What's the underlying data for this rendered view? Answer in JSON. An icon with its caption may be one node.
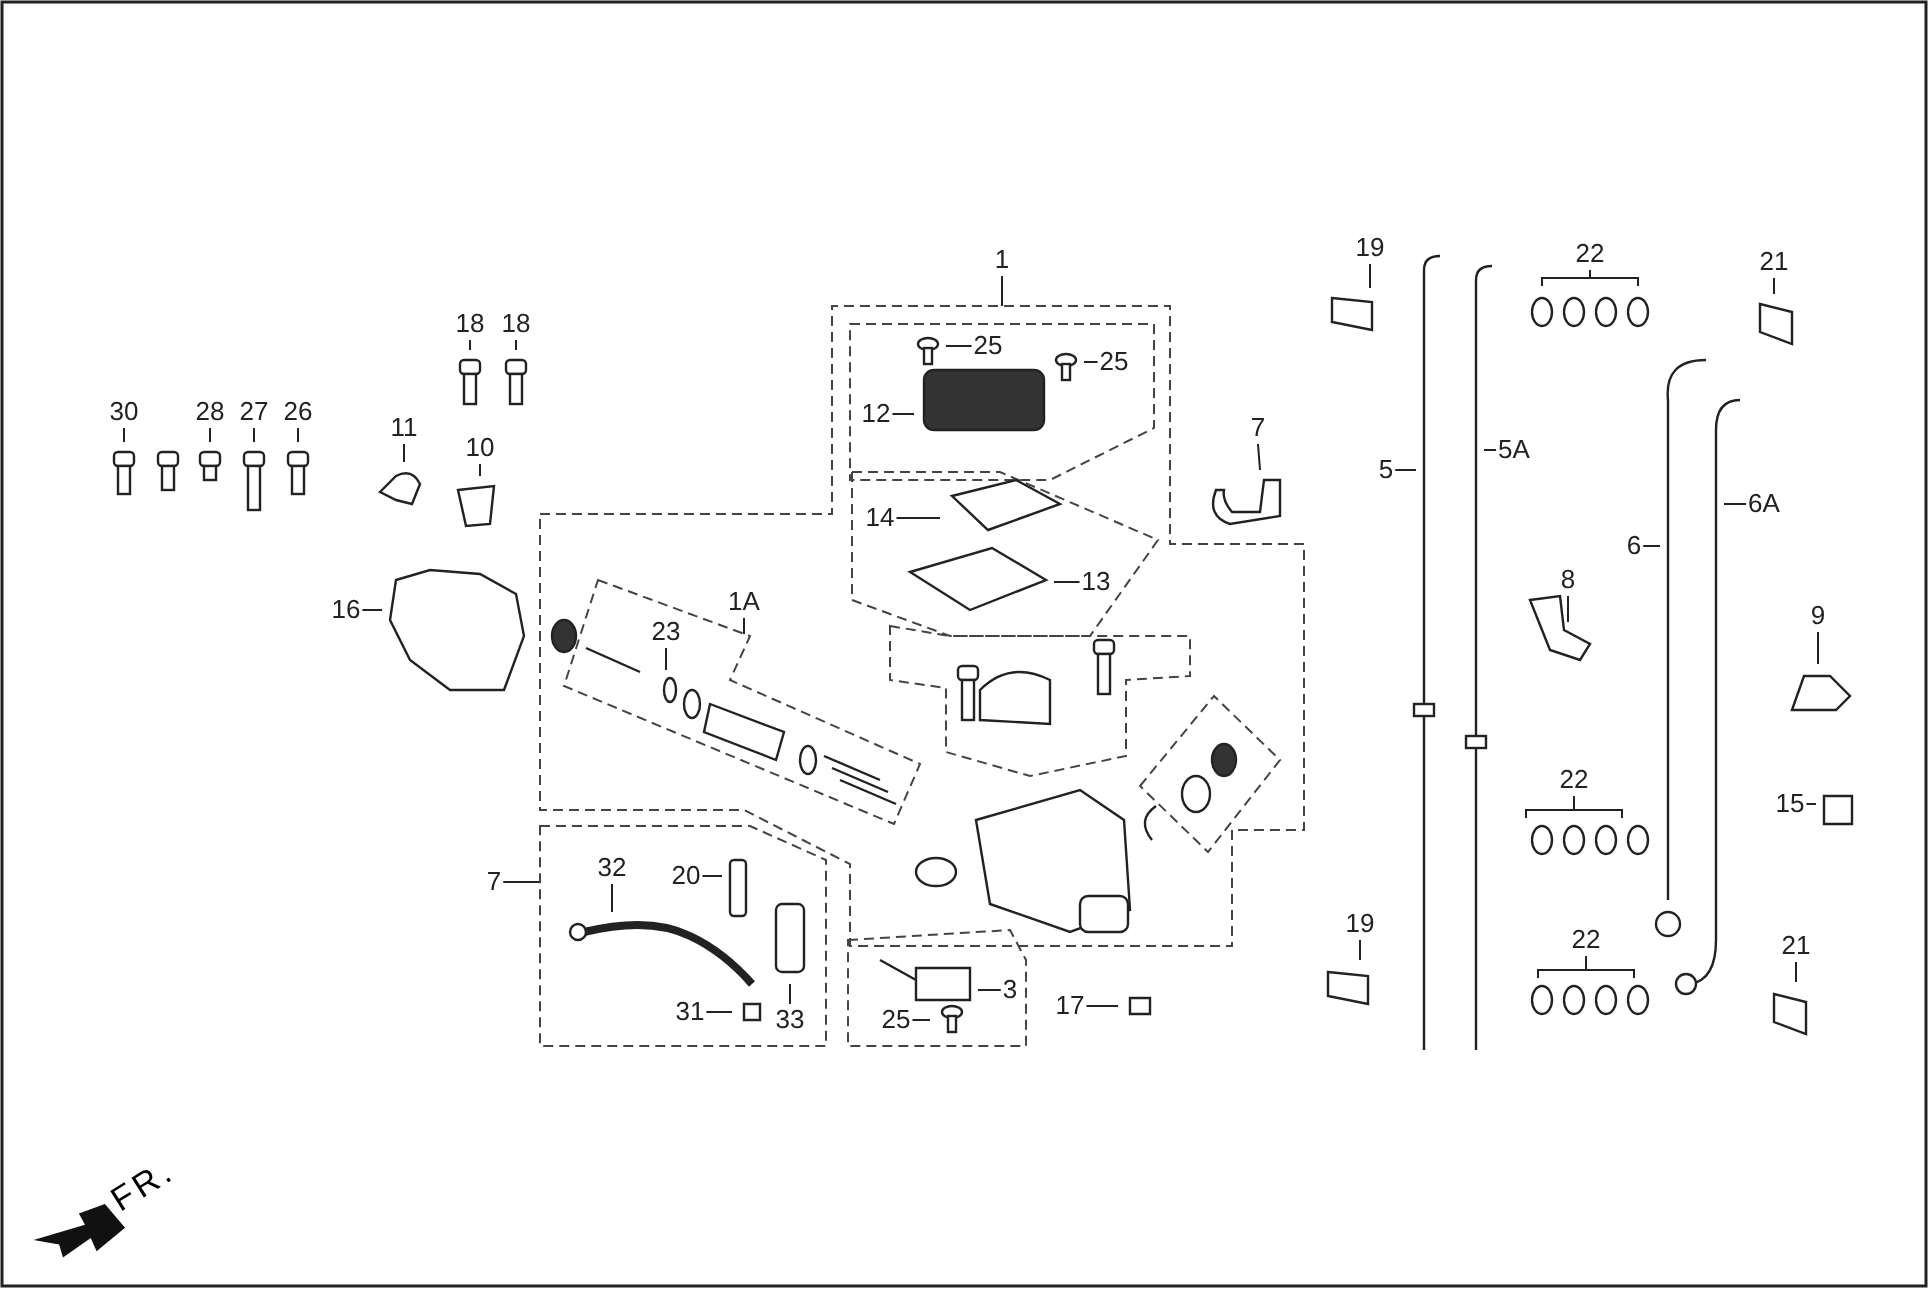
{
  "diagram": {
    "nodes": [
      {
        "text": [
          "1"
        ]
      },
      {
        "text": [],
        "shape": "box"
      },
      {
        "text": [
          "25"
        ],
        "in": 1
      },
      {
        "text": [
          "25"
        ],
        "in": 1
      },
      {
        "text": [
          "12"
        ],
        "in": 1
      },
      {
        "text": [
          "14"
        ],
        "in": 1
      },
      {
        "text": [
          "13"
        ],
        "in": 1
      },
      {
        "text": [
          "7"
        ]
      },
      {
        "text": [
          "1A"
        ],
        "in": 1
      },
      {
        "text": [],
        "shape": "box",
        "in": 1
      },
      {
        "text": [
          "23"
        ],
        "in": 9
      },
      {
        "text": [
          "16"
        ]
      },
      {
        "text": [
          "18"
        ]
      },
      {
        "text": [
          "18"
        ]
      },
      {
        "text": [
          "30"
        ]
      },
      {
        "text": [
          "28"
        ]
      },
      {
        "text": [
          "27"
        ]
      },
      {
        "text": [
          "26"
        ]
      },
      {
        "text": [
          "11"
        ]
      },
      {
        "text": [
          "10"
        ]
      },
      {
        "text": [
          "7"
        ]
      },
      {
        "text": [],
        "shape": "box"
      },
      {
        "text": [
          "32"
        ],
        "in": 21
      },
      {
        "text": [
          "20"
        ],
        "in": 21
      },
      {
        "text": [
          "31"
        ],
        "in": 21
      },
      {
        "text": [
          "33"
        ],
        "in": 21
      },
      {
        "text": [
          "3"
        ]
      },
      {
        "text": [
          "25"
        ]
      },
      {
        "text": [
          "17"
        ]
      },
      {
        "text": [
          "19"
        ]
      },
      {
        "text": [
          "5"
        ]
      },
      {
        "text": [
          "5A"
        ]
      },
      {
        "text": [
          "22"
        ]
      },
      {
        "text": [
          "21"
        ]
      },
      {
        "text": [
          "6"
        ]
      },
      {
        "text": [
          "6A"
        ]
      },
      {
        "text": [
          "8"
        ]
      },
      {
        "text": [
          "9"
        ]
      },
      {
        "text": [
          "22"
        ]
      },
      {
        "text": [
          "15"
        ]
      },
      {
        "text": [
          "19"
        ]
      },
      {
        "text": [
          "22"
        ]
      },
      {
        "text": [
          "21"
        ]
      }
    ],
    "edges": [
      {
        "from": 0,
        "to": 1,
        "arrow": "none"
      },
      {
        "from": 2,
        "to": null,
        "arrow": "none"
      },
      {
        "from": 3,
        "to": null,
        "arrow": "none"
      },
      {
        "from": 4,
        "to": null,
        "arrow": "none"
      },
      {
        "from": 5,
        "to": null,
        "arrow": "none"
      },
      {
        "from": 6,
        "to": null,
        "arrow": "none"
      },
      {
        "from": 7,
        "to": null,
        "arrow": "none"
      },
      {
        "from": 8,
        "to": 9,
        "arrow": "none"
      },
      {
        "from": 10,
        "to": null,
        "arrow": "none"
      },
      {
        "from": 11,
        "to": null,
        "arrow": "none"
      },
      {
        "from": 12,
        "to": null,
        "arrow": "none"
      },
      {
        "from": 13,
        "to": null,
        "arrow": "none"
      },
      {
        "from": 14,
        "to": null,
        "arrow": "none"
      },
      {
        "from": 15,
        "to": null,
        "arrow": "none"
      },
      {
        "from": 16,
        "to": null,
        "arrow": "none"
      },
      {
        "from": 17,
        "to": null,
        "arrow": "none"
      },
      {
        "from": 18,
        "to": null,
        "arrow": "none"
      },
      {
        "from": 19,
        "to": null,
        "arrow": "none"
      },
      {
        "from": 20,
        "to": 21,
        "arrow": "none"
      },
      {
        "from": 22,
        "to": null,
        "arrow": "none"
      },
      {
        "from": 23,
        "to": null,
        "arrow": "none"
      },
      {
        "from": 24,
        "to": null,
        "arrow": "none"
      },
      {
        "from": 25,
        "to": null,
        "arrow": "none"
      },
      {
        "from": 26,
        "to": null,
        "arrow": "none"
      },
      {
        "from": 27,
        "to": null,
        "arrow": "none"
      },
      {
        "from": 28,
        "to": null,
        "arrow": "none"
      },
      {
        "from": 29,
        "to": null,
        "arrow": "none"
      },
      {
        "from": 30,
        "to": null,
        "arrow": "none"
      },
      {
        "from": 31,
        "to": null,
        "arrow": "none"
      },
      {
        "from": 32,
        "to": null,
        "arrow": "none"
      },
      {
        "from": 33,
        "to": null,
        "arrow": "none"
      },
      {
        "from": 34,
        "to": null,
        "arrow": "none"
      },
      {
        "from": 35,
        "to": null,
        "arrow": "none"
      },
      {
        "from": 36,
        "to": null,
        "arrow": "none"
      },
      {
        "from": 37,
        "to": null,
        "arrow": "none"
      },
      {
        "from": 38,
        "to": null,
        "arrow": "none"
      },
      {
        "from": 39,
        "to": null,
        "arrow": "none"
      },
      {
        "from": 40,
        "to": null,
        "arrow": "none"
      },
      {
        "from": 41,
        "to": null,
        "arrow": "none"
      },
      {
        "from": 42,
        "to": null,
        "arrow": "none"
      }
    ],
    "labels": [
      "FR."
    ]
  }
}
